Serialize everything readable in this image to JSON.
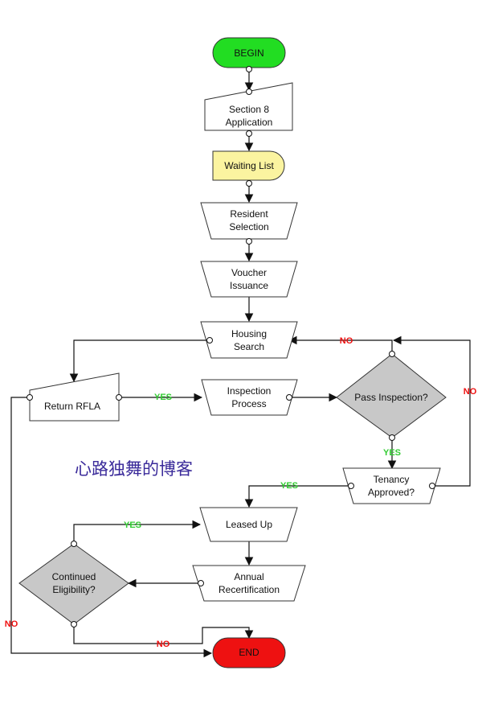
{
  "colors": {
    "begin_fill": "#22dd22",
    "end_fill": "#ee1111",
    "waiting_fill": "#fbf4a0",
    "decision_fill": "#c8c8c8",
    "process_fill": "#ffffff",
    "yes_label": "#33cc33",
    "no_label": "#ee1111"
  },
  "nodes": {
    "begin": "BEGIN",
    "application_line1": "Section 8",
    "application_line2": "Application",
    "waiting": "Waiting List",
    "resident_line1": "Resident",
    "resident_line2": "Selection",
    "voucher_line1": "Voucher",
    "voucher_line2": "Issuance",
    "housing_line1": "Housing",
    "housing_line2": "Search",
    "rfla": "Return RFLA",
    "inspection_line1": "Inspection",
    "inspection_line2": "Process",
    "pass_inspection": "Pass Inspection?",
    "tenancy_line1": "Tenancy",
    "tenancy_line2": "Approved?",
    "leased": "Leased Up",
    "recert_line1": "Annual",
    "recert_line2": "Recertification",
    "eligibility_line1": "Continued",
    "eligibility_line2": "Eligibility?",
    "end": "END"
  },
  "labels": {
    "no_housing": "NO",
    "yes_inspection": "YES",
    "no_tenancy": "NO",
    "yes_pass": "YES",
    "yes_tenancy": "YES",
    "yes_eligibility": "YES",
    "no_rfla": "NO",
    "no_eligibility": "NO"
  },
  "watermark": "心路独舞的博客"
}
